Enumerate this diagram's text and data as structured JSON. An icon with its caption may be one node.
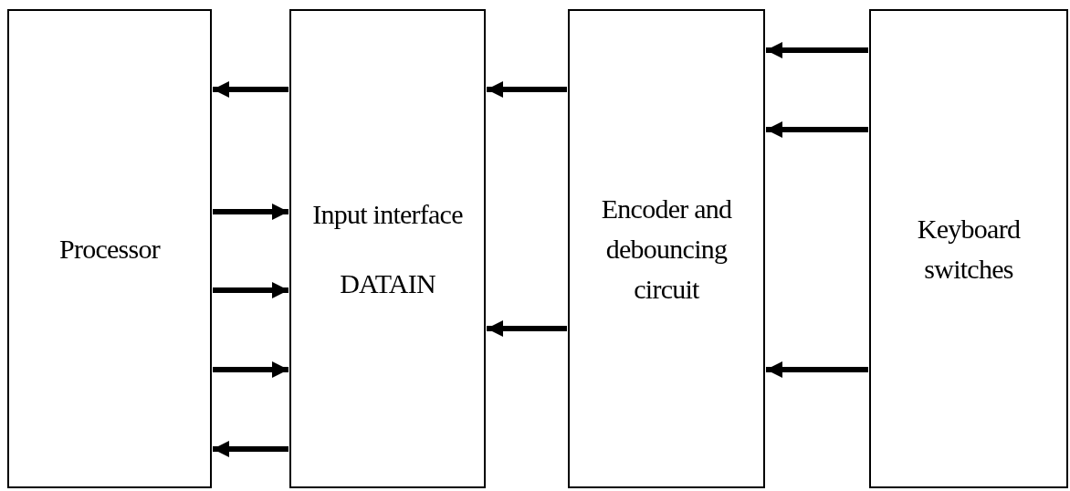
{
  "diagram": {
    "nodes": [
      {
        "text": [
          "Processor"
        ]
      },
      {
        "text": [
          "Input interface",
          "DATAIN"
        ]
      },
      {
        "text": [
          "Encoder and debouncing circuit"
        ]
      },
      {
        "text": [
          "Keyboard switches"
        ]
      }
    ],
    "edges": [
      {
        "from": 1,
        "to": 0,
        "arrow": "to"
      },
      {
        "from": 0,
        "to": 1,
        "arrow": "to"
      },
      {
        "from": 0,
        "to": 1,
        "arrow": "to"
      },
      {
        "from": 0,
        "to": 1,
        "arrow": "to"
      },
      {
        "from": 1,
        "to": 0,
        "arrow": "to"
      },
      {
        "from": 2,
        "to": 1,
        "arrow": "to"
      },
      {
        "from": 2,
        "to": 1,
        "arrow": "to"
      },
      {
        "from": 3,
        "to": 2,
        "arrow": "to"
      },
      {
        "from": 3,
        "to": 2,
        "arrow": "to"
      },
      {
        "from": 3,
        "to": 2,
        "arrow": "to"
      }
    ]
  }
}
